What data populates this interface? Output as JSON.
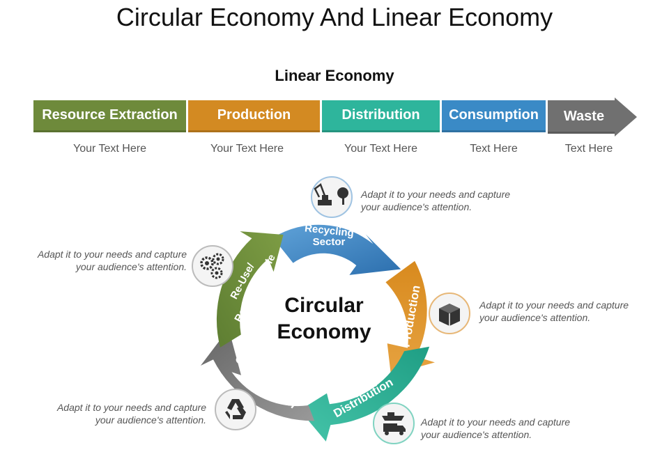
{
  "title": "Circular Economy And Linear Economy",
  "linear": {
    "heading": "Linear Economy",
    "stages": [
      {
        "label": "Resource Extraction",
        "text": "Your Text Here",
        "color": "#6e8a3b"
      },
      {
        "label": "Production",
        "text": "Your Text Here",
        "color": "#d38a22"
      },
      {
        "label": "Distribution",
        "text": "Your Text Here",
        "color": "#2eb59c"
      },
      {
        "label": "Consumption",
        "text": "Text Here",
        "color": "#3a8ac6"
      },
      {
        "label": "Waste",
        "text": "Text Here",
        "color": "#707070"
      }
    ]
  },
  "circular": {
    "center_line1": "Circular",
    "center_line2": "Economy",
    "segments": {
      "recycling_line1": "Recycling",
      "recycling_line2": "Sector",
      "production": "Production",
      "distribution": "Distribution",
      "consumption": "Consumption",
      "reuse_line1": "Re-Use/",
      "reuse_line2": "Repair/Recycle"
    },
    "colors": {
      "recycling": "#3b84c4",
      "production": "#d38a22",
      "distribution": "#2eb59c",
      "consumption": "#7a7a7a",
      "reuse": "#6b8c3a"
    },
    "icons": [
      "excavator-tree-icon",
      "box-icon",
      "ship-truck-icon",
      "recycle-icon",
      "gears-icon"
    ],
    "captions": {
      "top": {
        "line1": "Adapt it to your needs and capture",
        "line2": "your audience's attention."
      },
      "right": {
        "line1": "Adapt it to your needs and capture",
        "line2": "your audience's attention."
      },
      "bottom_right": {
        "line1": "Adapt it to your needs and capture",
        "line2": "your audience's attention."
      },
      "bottom_left": {
        "line1": "Adapt it to your needs and capture",
        "line2": "your audience's attention."
      },
      "left": {
        "line1": "Adapt it to your needs and capture",
        "line2": "your audience's attention."
      }
    }
  }
}
